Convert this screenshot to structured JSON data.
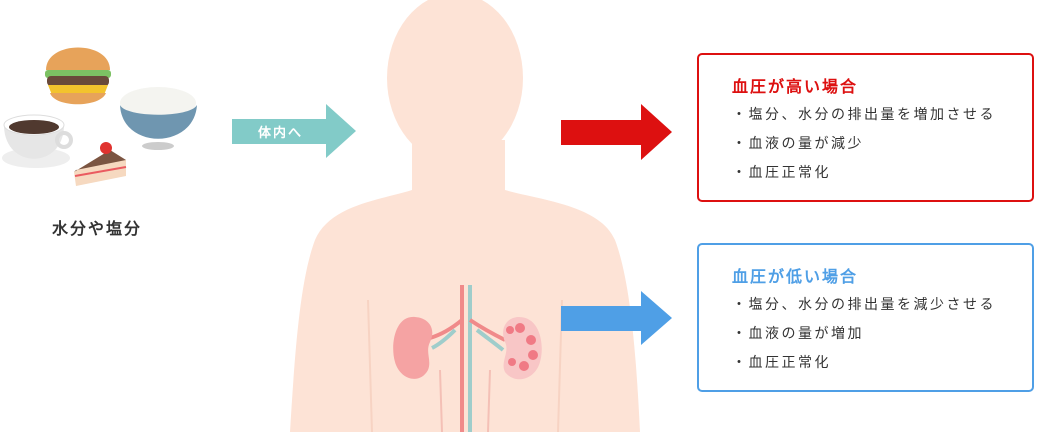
{
  "food": {
    "label": "水分や塩分"
  },
  "in_arrow": {
    "label": "体内へ",
    "color": "#82cbc8"
  },
  "high": {
    "title": "血圧が高い場合",
    "color": "#dd1010",
    "items": [
      "塩分、水分の排出量を増加させる",
      "血液の量が減少",
      "血圧正常化"
    ]
  },
  "low": {
    "title": "血圧が低い場合",
    "color": "#4f9fe6",
    "items": [
      "塩分、水分の排出量を減少させる",
      "血液の量が増加",
      "血圧正常化"
    ]
  }
}
